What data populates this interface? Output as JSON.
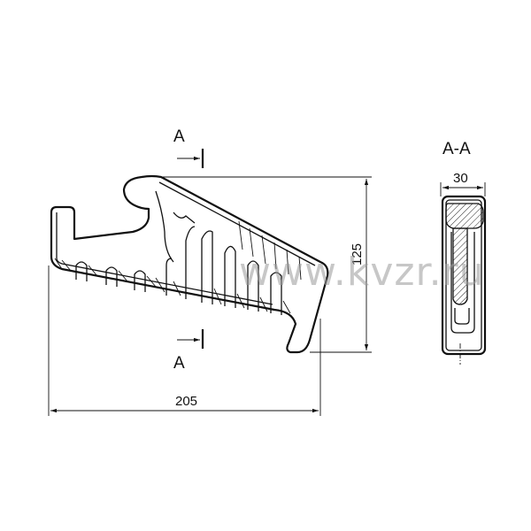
{
  "drawing": {
    "dimension_width": "205",
    "dimension_height": "125",
    "section_marker_top": "A",
    "section_marker_bottom": "A",
    "section_title": "A-A",
    "section_width": "30",
    "watermark": "www.kvzr.ru"
  },
  "colors": {
    "line": "#111111",
    "watermark": "#9a9a9a"
  }
}
